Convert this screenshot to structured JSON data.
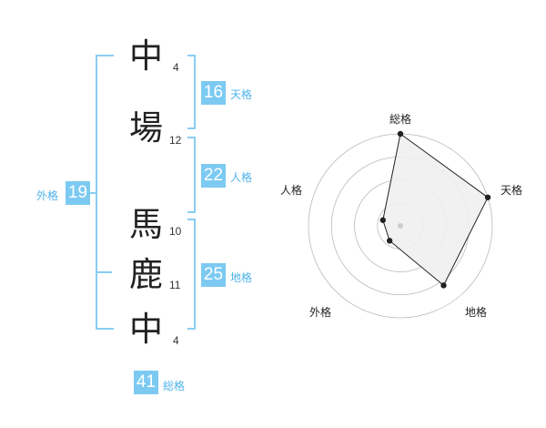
{
  "name_chars": [
    {
      "char": "中",
      "strokes": "4"
    },
    {
      "char": "場",
      "strokes": "12"
    },
    {
      "char": "馬",
      "strokes": "10"
    },
    {
      "char": "鹿",
      "strokes": "11"
    },
    {
      "char": "中",
      "strokes": "4"
    }
  ],
  "kaku": {
    "ten": {
      "value": "16",
      "label": "天格"
    },
    "jin": {
      "value": "22",
      "label": "人格"
    },
    "chi": {
      "value": "25",
      "label": "地格"
    },
    "gai": {
      "value": "19",
      "label": "外格"
    },
    "sou": {
      "value": "41",
      "label": "総格"
    }
  },
  "chart_data": {
    "type": "radar",
    "axes": [
      "総格",
      "天格",
      "地格",
      "外格",
      "人格"
    ],
    "values": [
      5,
      5,
      4,
      1,
      1
    ],
    "rmax": 5,
    "rings": 4,
    "colors": {
      "fill": "#f0f0f0",
      "line": "#222222",
      "grid": "#bbbbbb",
      "center": "#cccccc"
    }
  }
}
